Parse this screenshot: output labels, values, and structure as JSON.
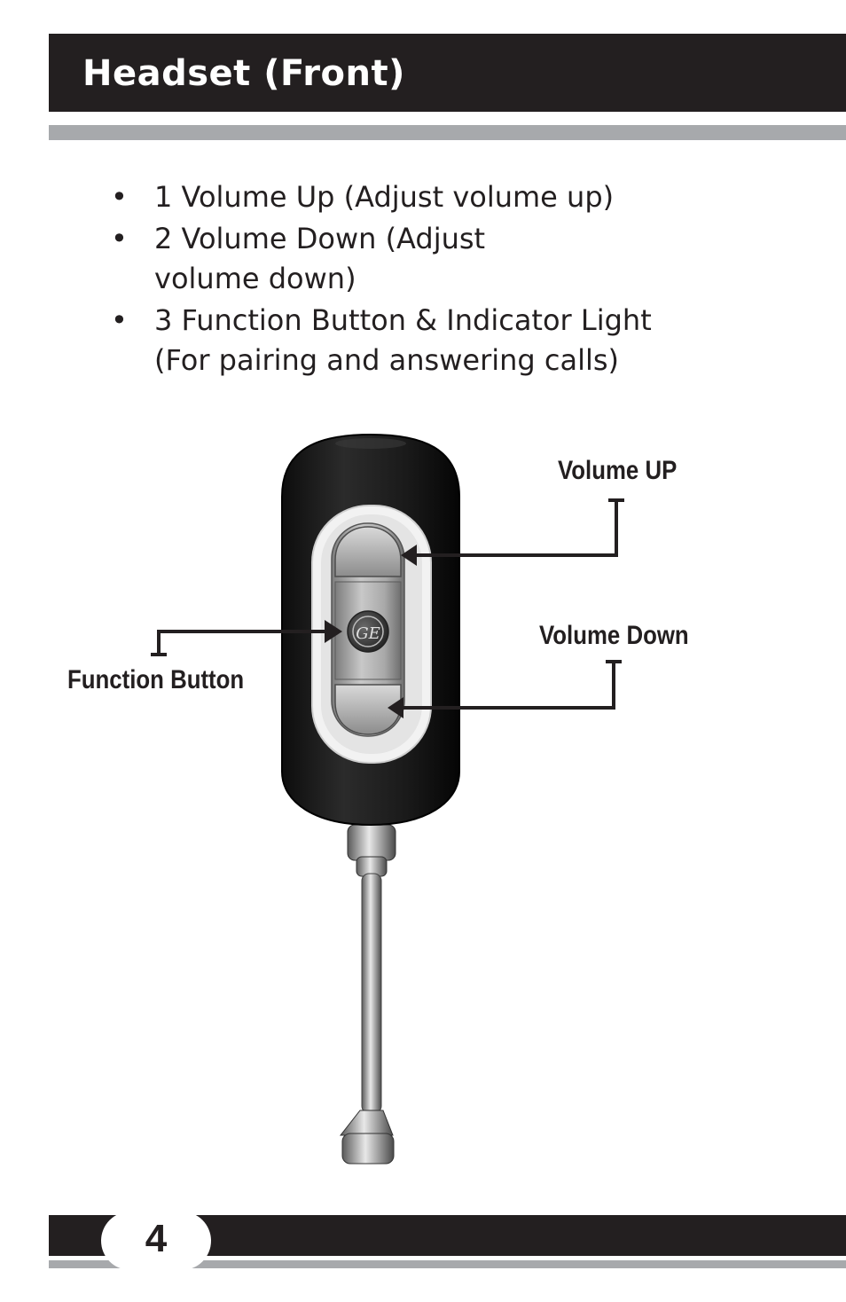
{
  "header": {
    "title": "Headset (Front)"
  },
  "bullets": [
    {
      "marker": "•",
      "lines": [
        "1 Volume Up (Adjust volume up)"
      ]
    },
    {
      "marker": "•",
      "lines": [
        "2 Volume Down (Adjust",
        "volume down)"
      ]
    },
    {
      "marker": "•",
      "lines": [
        "3 Function Button & Indicator Light",
        "(For pairing and answering calls)"
      ]
    }
  ],
  "callouts": {
    "volume_up": "Volume UP",
    "volume_down": "Volume Down",
    "function_button": "Function Button"
  },
  "device": {
    "logo_text": "GE"
  },
  "footer": {
    "page_number": "4"
  }
}
